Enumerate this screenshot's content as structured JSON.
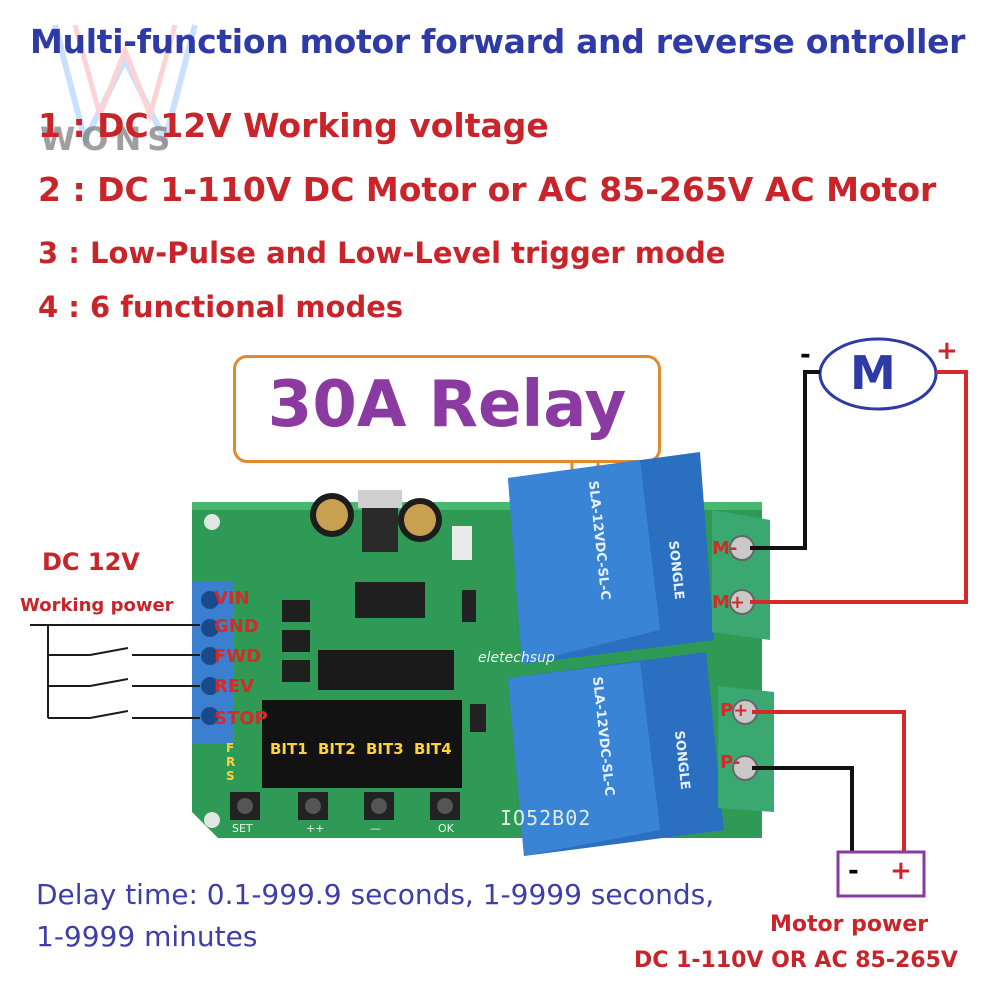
{
  "header": {
    "title": "Multi-function motor forward and reverse ontroller",
    "features": [
      "1 : DC 12V  Working voltage",
      "2 : DC 1-110V DC Motor or AC 85-265V AC Motor",
      "3 : Low-Pulse and Low-Level trigger mode",
      "4 : 6 functional modes"
    ]
  },
  "watermark": {
    "brand": "WONS"
  },
  "relay_callout": {
    "label": "30A  Relay"
  },
  "power_input": {
    "voltage": "DC 12V",
    "label": "Working power"
  },
  "board": {
    "input_pins": [
      "VIN",
      "GND",
      "FWD",
      "REV",
      "STOP"
    ],
    "display_digits": [
      "BIT1",
      "BIT2",
      "BIT3",
      "BIT4"
    ],
    "indicator_letters": [
      "F",
      "R",
      "S"
    ],
    "buttons": [
      "SET",
      "++",
      "—",
      "OK"
    ],
    "brand_print": "eletechsup",
    "model": "IO52B02",
    "relays": [
      {
        "model": "SLA-12VDC-SL-C",
        "brand": "SONGLE"
      },
      {
        "model": "SLA-12VDC-SL-C",
        "brand": "SONGLE"
      }
    ],
    "output_terminals": [
      "M-",
      "M+",
      "P+",
      "P-"
    ]
  },
  "motor": {
    "symbol": "M",
    "minus": "-",
    "plus": "+"
  },
  "motor_supply": {
    "minus": "-",
    "plus": "+"
  },
  "footer": {
    "delay_line1": "Delay time: 0.1-999.9 seconds, 1-9999 seconds,",
    "delay_line2": "1-9999 minutes",
    "motor_power_title": "Motor power",
    "motor_power_range": "DC 1-110V OR AC 85-265V"
  },
  "colors": {
    "title": "#2e3aa6",
    "feature_text": "#c8242a",
    "relay_box_border": "#e08a2a",
    "relay_text": "#8a3aa0",
    "pcb": "#2e9a55",
    "relay_body": "#2a6fc0",
    "terminal": "#3aa870",
    "input_terminal": "#3a7fd0",
    "wire_red": "#d42a2a",
    "wire_black": "#000000"
  }
}
